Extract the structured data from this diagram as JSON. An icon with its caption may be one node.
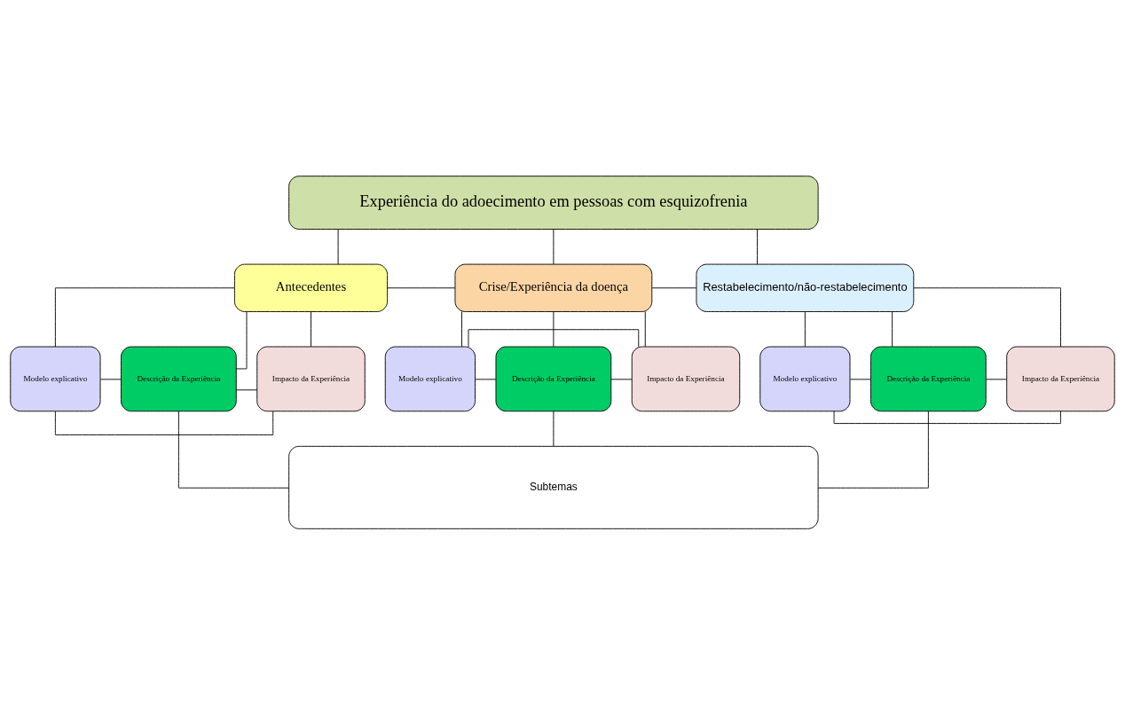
{
  "diagram": {
    "nodes": [
      {
        "text": [
          "Experiência do adoecimento em pessoas com esquizofrenia"
        ]
      },
      {
        "text": [
          "Antecedentes"
        ]
      },
      {
        "text": [
          "Crise/Experiência da doença"
        ]
      },
      {
        "text": [
          "Restabelecimento/não-restabelecimento"
        ]
      },
      {
        "text": [
          "Modelo explicativo"
        ]
      },
      {
        "text": [
          "Descrição da Experiência"
        ]
      },
      {
        "text": [
          "Impacto da Experiência"
        ]
      },
      {
        "text": [
          "Modelo explicativo"
        ]
      },
      {
        "text": [
          "Descrição da Experiência"
        ]
      },
      {
        "text": [
          "Impacto da Experiência"
        ]
      },
      {
        "text": [
          "Modelo explicativo"
        ]
      },
      {
        "text": [
          "Descrição da Experiência"
        ]
      },
      {
        "text": [
          "Impacto da Experiência"
        ]
      },
      {
        "text": [
          "Subtemas"
        ]
      }
    ],
    "edges": [
      {
        "from": 0,
        "to": 1,
        "arrow": "none"
      },
      {
        "from": 0,
        "to": 2,
        "arrow": "none"
      },
      {
        "from": 0,
        "to": 3,
        "arrow": "none"
      },
      {
        "from": 1,
        "to": 2,
        "arrow": "none"
      },
      {
        "from": 2,
        "to": 3,
        "arrow": "none"
      },
      {
        "from": 1,
        "to": 4,
        "arrow": "none"
      },
      {
        "from": 1,
        "to": 5,
        "arrow": "none"
      },
      {
        "from": 1,
        "to": 6,
        "arrow": "none"
      },
      {
        "from": 4,
        "to": 5,
        "arrow": "none"
      },
      {
        "from": 5,
        "to": 6,
        "arrow": "none"
      },
      {
        "from": 4,
        "to": 6,
        "arrow": "none"
      },
      {
        "from": 5,
        "to": 13,
        "arrow": "none"
      },
      {
        "from": 2,
        "to": 7,
        "arrow": "none"
      },
      {
        "from": 2,
        "to": 8,
        "arrow": "none"
      },
      {
        "from": 2,
        "to": 9,
        "arrow": "none"
      },
      {
        "from": 7,
        "to": 8,
        "arrow": "none"
      },
      {
        "from": 8,
        "to": 9,
        "arrow": "none"
      },
      {
        "from": 7,
        "to": 9,
        "arrow": "none"
      },
      {
        "from": 8,
        "to": 13,
        "arrow": "none"
      },
      {
        "from": 3,
        "to": 10,
        "arrow": "none"
      },
      {
        "from": 3,
        "to": 11,
        "arrow": "none"
      },
      {
        "from": 3,
        "to": 12,
        "arrow": "none"
      },
      {
        "from": 10,
        "to": 11,
        "arrow": "none"
      },
      {
        "from": 11,
        "to": 12,
        "arrow": "none"
      },
      {
        "from": 10,
        "to": 12,
        "arrow": "none"
      },
      {
        "from": 11,
        "to": 13,
        "arrow": "none"
      }
    ]
  }
}
